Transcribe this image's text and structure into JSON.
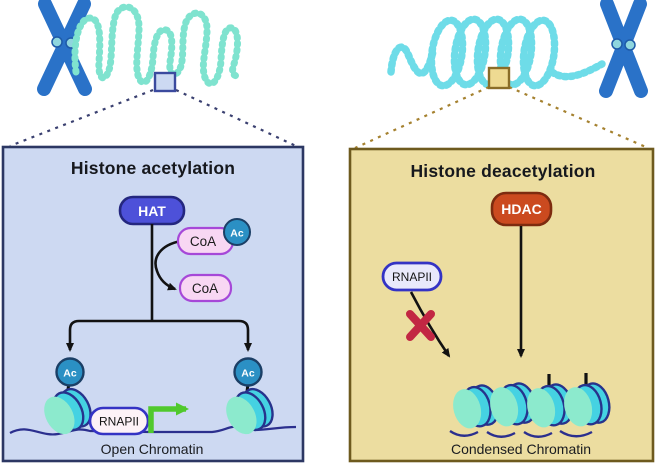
{
  "diagram": {
    "left_panel": {
      "title": "Histone acetylation",
      "enzyme_label": "HAT",
      "coa_top_label": "CoA",
      "coa_bottom_label": "CoA",
      "ac_badge_label": "Ac",
      "ac_left_label": "Ac",
      "ac_right_label": "Ac",
      "polymerase_label": "RNAPII",
      "caption": "Open Chromatin"
    },
    "right_panel": {
      "title": "Histone deacetylation",
      "enzyme_label": "HDAC",
      "polymerase_label": "RNAPII",
      "caption": "Condensed Chromatin"
    }
  },
  "colors": {
    "left_panel_bg": "#cdd9f2",
    "left_panel_border": "#2c3763",
    "right_panel_bg": "#ecdda0",
    "right_panel_border": "#6e5a1e",
    "hat_fill": "#4d51d9",
    "hat_border": "#24277f",
    "hdac_fill": "#cb4a1f",
    "hdac_border": "#7d2b0f",
    "coa_fill": "#f8d7f3",
    "coa_border": "#a648d8",
    "ac_fill": "#2b90c4",
    "ac_border": "#1b3f66",
    "rnapii_left_fill": "#fdf2f7",
    "rnapii_right_fill": "#e9e9fb",
    "rnapii_border": "#3433c4",
    "green_arrow": "#50c92d",
    "red_cross": "#c22743",
    "chromosome": "#2a72c8",
    "centromere": "#8fd6de",
    "fiber_left": "#7fe3cf",
    "fiber_right": "#6edce8",
    "nucleosome_face": "#8ceacd",
    "nucleosome_side": "#45d2e2",
    "nucleosome_wrap": "#27338c",
    "dna_line": "#2b2f8e",
    "arrow_black": "#121212",
    "zoom_box_left_fill": "#ccd9f2",
    "zoom_box_left_border": "#3b4a9e",
    "zoom_box_right_fill": "#eeda92",
    "zoom_box_right_border": "#8a6d28",
    "connector_left": "#3a4070",
    "connector_right": "#a5812f"
  }
}
